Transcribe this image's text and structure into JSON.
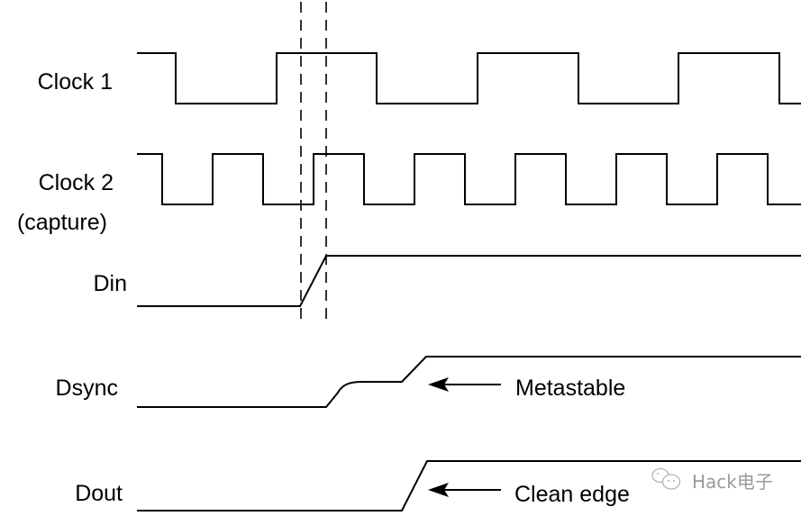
{
  "diagram": {
    "title": "Clock domain crossing metastability timing diagram",
    "signals": [
      {
        "id": "clock1",
        "label": "Clock 1",
        "sublabel": "",
        "type": "clock",
        "start_level": "high",
        "edges_t": [
          195,
          307,
          418,
          530,
          642,
          753,
          865
        ]
      },
      {
        "id": "clock2",
        "label": "Clock 2",
        "sublabel": "(capture)",
        "type": "clock",
        "start_level": "high",
        "edges_t": [
          180,
          236,
          292,
          348,
          404,
          460,
          516,
          572,
          628,
          684,
          740,
          796,
          852
        ]
      },
      {
        "id": "din",
        "label": "Din",
        "sublabel": "",
        "type": "transition",
        "start_level": "low",
        "rise_start_t": 333,
        "rise_end_t": 362
      },
      {
        "id": "dsync",
        "label": "Dsync",
        "sublabel": "",
        "type": "metastable",
        "start_level": "low",
        "rise_start_t": 362,
        "metastable_level": 0.5,
        "metastable_until_t": 446,
        "rise_end_t": 473
      },
      {
        "id": "dout",
        "label": "Dout",
        "sublabel": "",
        "type": "transition",
        "start_level": "low",
        "rise_start_t": 446,
        "rise_end_t": 474
      }
    ],
    "markers": [
      {
        "id": "marker-din-start",
        "t": 334
      },
      {
        "id": "marker-din-end",
        "t": 362
      }
    ],
    "annotations": [
      {
        "id": "metastable",
        "text": "Metastable",
        "signal": "dsync"
      },
      {
        "id": "clean-edge",
        "text": "Clean edge",
        "signal": "dout"
      }
    ],
    "watermark": {
      "icon": "wechat-icon",
      "text": "Hack电子"
    }
  }
}
